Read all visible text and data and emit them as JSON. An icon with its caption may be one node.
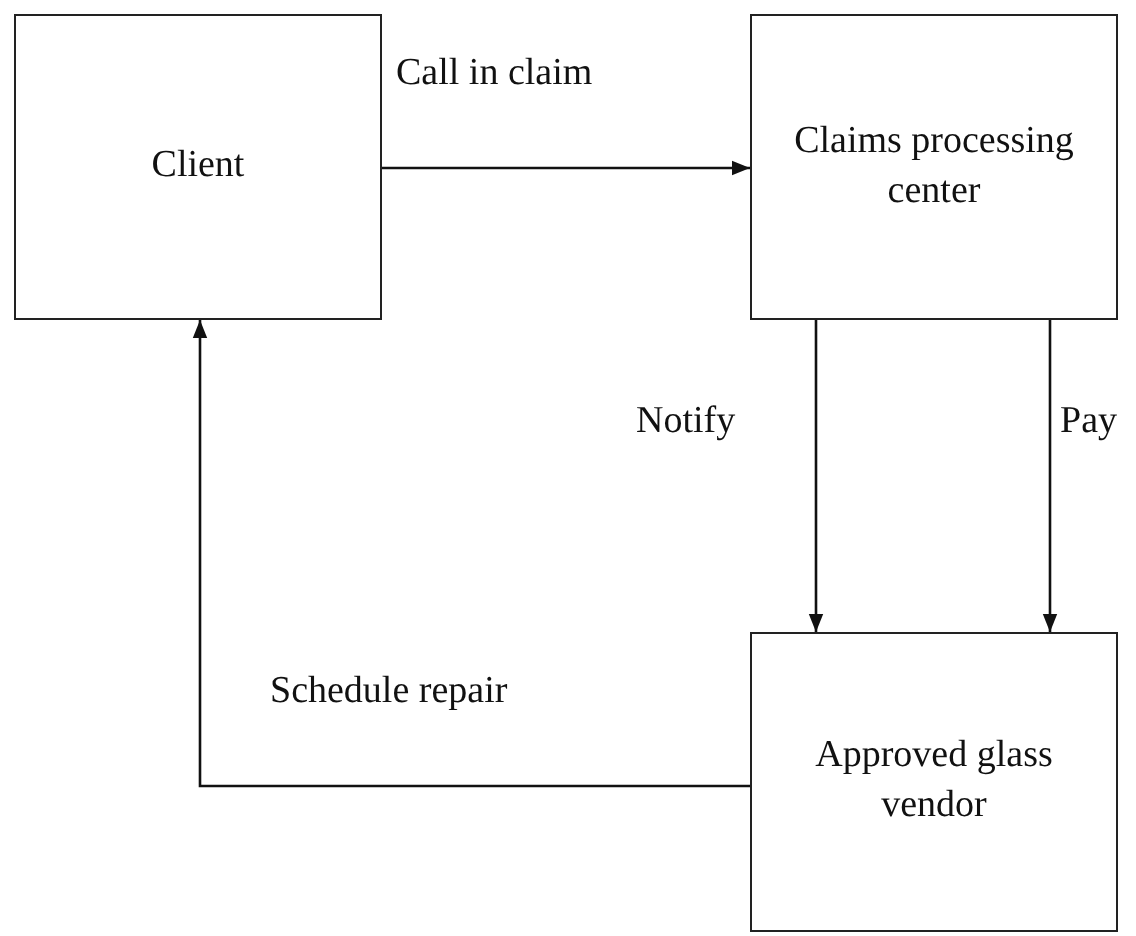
{
  "diagram": {
    "nodes": [
      {
        "text": [
          "Client"
        ]
      },
      {
        "text": [
          "Claims processing center"
        ]
      },
      {
        "text": [
          "Approved glass vendor"
        ]
      }
    ],
    "edges": [
      {
        "from": 0,
        "to": 1,
        "arrow": "to",
        "label": "Call in claim"
      },
      {
        "from": 1,
        "to": 2,
        "arrow": "to",
        "label": "Notify"
      },
      {
        "from": 1,
        "to": 2,
        "arrow": "to",
        "label": "Pay"
      },
      {
        "from": 2,
        "to": 0,
        "arrow": "to",
        "label": "Schedule repair"
      }
    ]
  }
}
